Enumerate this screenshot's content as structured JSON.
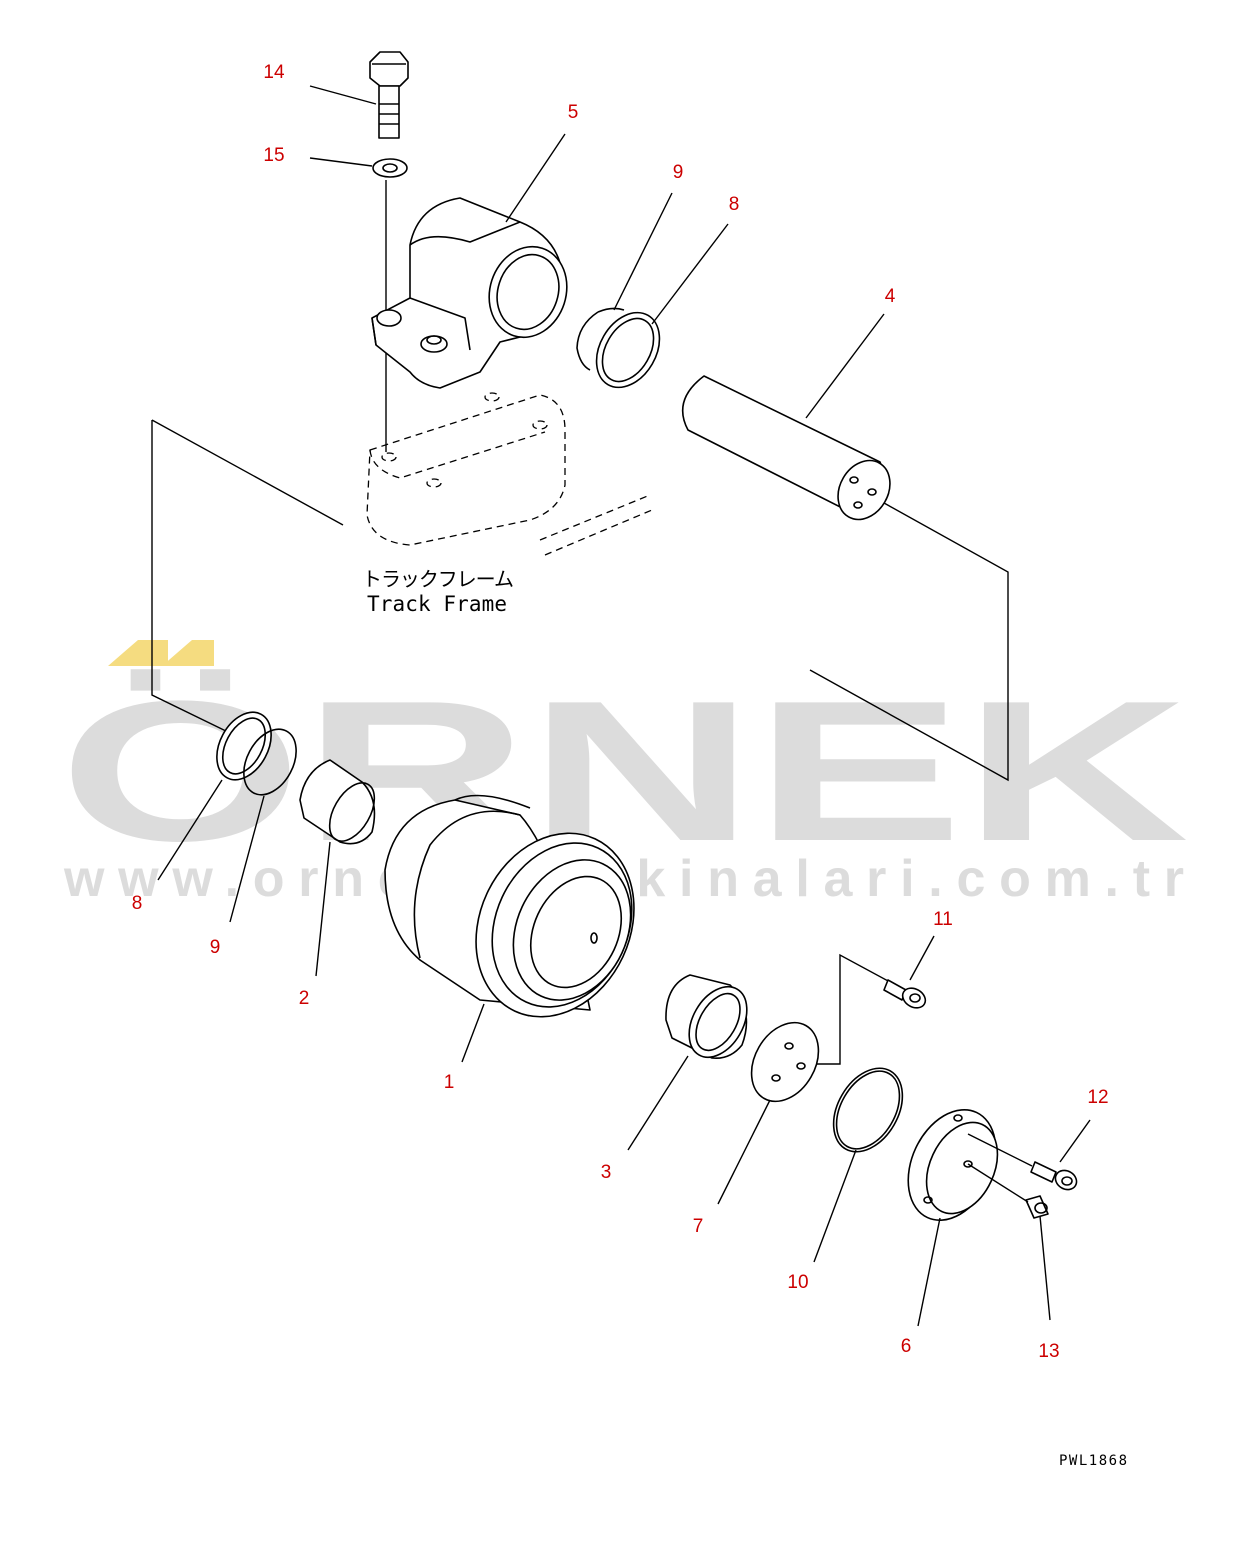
{
  "watermark": {
    "brand": "ÖRNEK",
    "url": "www.ornekismakinalari.com.tr",
    "color": "#dcdcdc",
    "accent": "#f5dc80"
  },
  "frame_label": {
    "japanese": "トラックフレーム",
    "english": "Track Frame"
  },
  "drawing_code": "PWL1868",
  "callout_color": "#cc0000",
  "callouts": [
    "14",
    "15",
    "5",
    "9",
    "8",
    "4",
    "8",
    "9",
    "2",
    "1",
    "11",
    "3",
    "7",
    "10",
    "12",
    "6",
    "13"
  ]
}
